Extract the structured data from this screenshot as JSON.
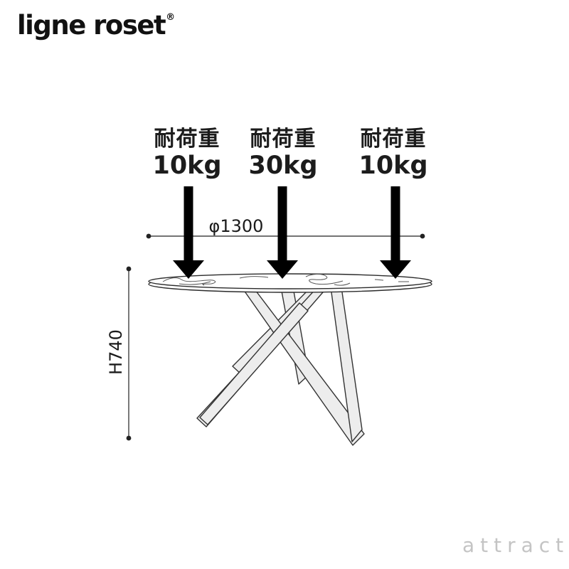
{
  "brand": {
    "logo_text": "ligne roset",
    "registered_mark": "®"
  },
  "diagram": {
    "load_labels": [
      {
        "title": "耐荷重",
        "value": "10kg"
      },
      {
        "title": "耐荷重",
        "value": "30kg"
      },
      {
        "title": "耐荷重",
        "value": "10kg"
      }
    ],
    "dimensions": {
      "diameter": "φ1300",
      "height": "H740"
    }
  },
  "watermark": {
    "text": "attract"
  },
  "colors": {
    "line": "#2b2b2b",
    "arrow": "#000000",
    "leg_fill": "#ededed",
    "watermark": "#c4c4c4",
    "background": "#ffffff"
  }
}
